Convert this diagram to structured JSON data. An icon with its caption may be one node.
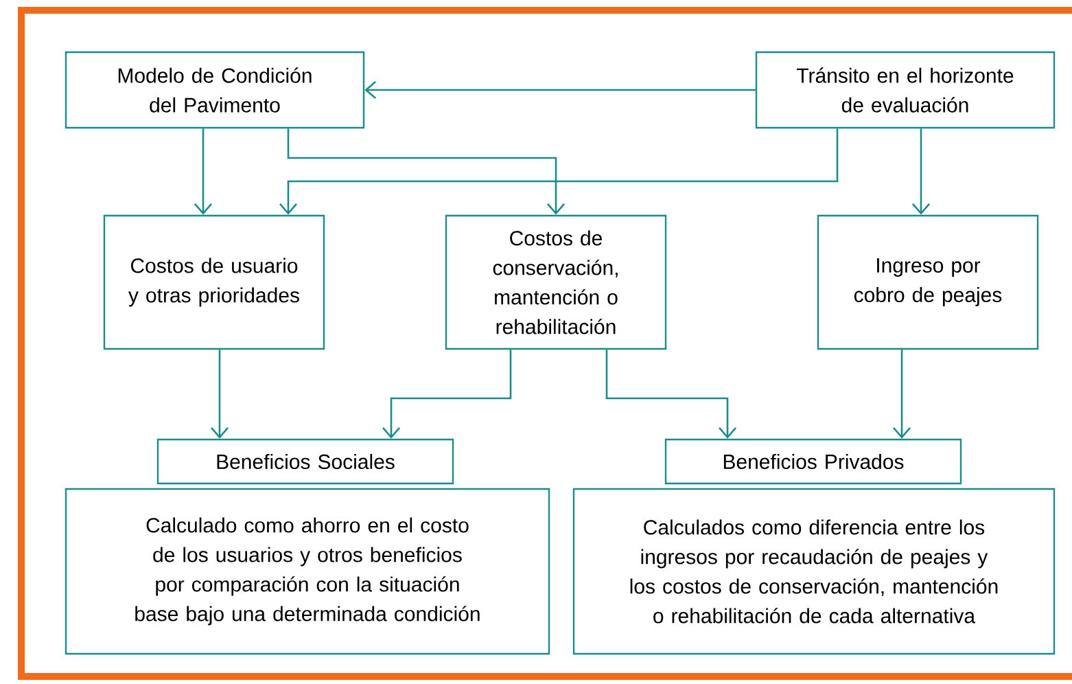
{
  "diagram": {
    "nodes": [
      {
        "text": [
          "Modelo de Condición del Pavimento"
        ]
      },
      {
        "text": [
          "Tránsito en el horizonte de evaluación"
        ]
      },
      {
        "text": [
          "Costos de usuario y otras prioridades"
        ]
      },
      {
        "text": [
          "Costos de conservación, mantención o rehabilitación"
        ]
      },
      {
        "text": [
          "Ingreso por cobro de peajes"
        ]
      },
      {
        "text": [
          "Beneficios Sociales"
        ]
      },
      {
        "text": [
          "Beneficios Privados"
        ]
      },
      {
        "text": [
          "Calculado como ahorro en el costo de los usuarios y otros beneficios por comparación con la situación base bajo una determinada condición"
        ]
      },
      {
        "text": [
          "Calculados como diferencia entre los ingresos por recaudación de peajes y los costos de conservación, mantención o rehabilitación de cada alternativa"
        ]
      }
    ],
    "edges": [
      {
        "from": 1,
        "to": 0,
        "arrow": "to"
      },
      {
        "from": 0,
        "to": 2,
        "arrow": "to"
      },
      {
        "from": 0,
        "to": 3,
        "arrow": "to"
      },
      {
        "from": 1,
        "to": 2,
        "arrow": "to"
      },
      {
        "from": 1,
        "to": 4,
        "arrow": "to"
      },
      {
        "from": 2,
        "to": 5,
        "arrow": "to"
      },
      {
        "from": 3,
        "to": 5,
        "arrow": "to"
      },
      {
        "from": 3,
        "to": 6,
        "arrow": "to"
      },
      {
        "from": 4,
        "to": 6,
        "arrow": "to"
      }
    ]
  }
}
